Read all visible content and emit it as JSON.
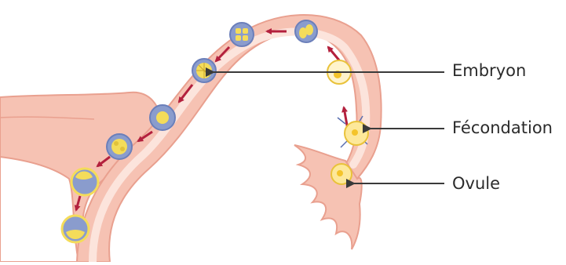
{
  "labels": {
    "embryon": "Embryon",
    "fecondation": "Fécondation",
    "ovule": "Ovule"
  },
  "colors": {
    "tissue": "#f6c2b3",
    "tissue_dark": "#e9a08f",
    "tube_inner": "#fce4dc",
    "cell_blue": "#8a9ccd",
    "cell_yellow": "#f4dc5a",
    "arrow_red": "#b3203d",
    "pointer": "#3a3a3a"
  },
  "icons": {
    "stages": [
      "egg-cell-icon",
      "fertilized-egg-icon",
      "zygote-icon",
      "two-cell-embryo-icon",
      "four-cell-embryo-icon",
      "eight-cell-embryo-icon",
      "morula-icon",
      "morula-icon",
      "blastocyst-icon",
      "blastocyst-icon",
      "implanting-blastocyst-icon"
    ]
  }
}
